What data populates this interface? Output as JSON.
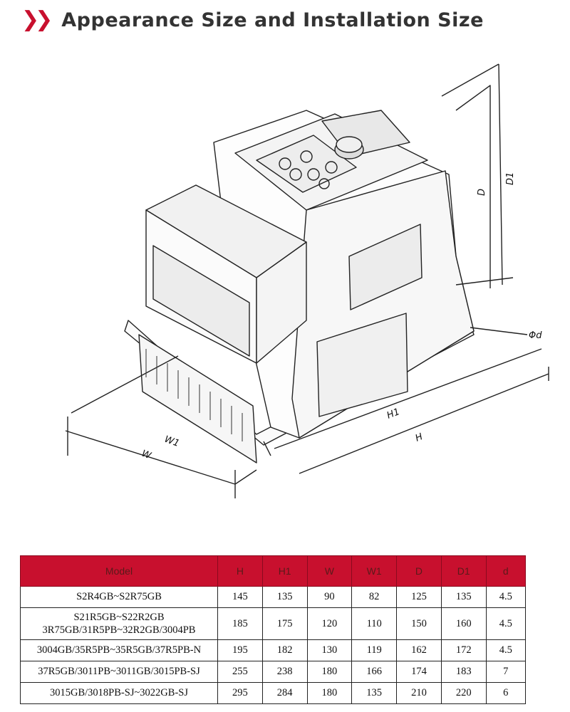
{
  "header": {
    "icon": "double-chevron-right-icon",
    "accent": "#c8102e",
    "title": "Appearance Size and Installation Size"
  },
  "drawing": {
    "labels": {
      "d1": "D1",
      "d": "D",
      "hole": "Φd",
      "h1": "H1",
      "h": "H",
      "w1": "W1",
      "w": "W"
    }
  },
  "table": {
    "header_color": "#c8102e",
    "columns": [
      "Model",
      "H",
      "H1",
      "W",
      "W1",
      "D",
      "D1",
      "d"
    ],
    "rows": [
      {
        "model": [
          "S2R4GB~S2R75GB"
        ],
        "values": [
          "145",
          "135",
          "90",
          "82",
          "125",
          "135",
          "4.5"
        ]
      },
      {
        "model": [
          "S21R5GB~S22R2GB",
          "3R75GB/31R5PB~32R2GB/3004PB"
        ],
        "values": [
          "185",
          "175",
          "120",
          "110",
          "150",
          "160",
          "4.5"
        ]
      },
      {
        "model": [
          "3004GB/35R5PB~35R5GB/37R5PB-N"
        ],
        "values": [
          "195",
          "182",
          "130",
          "119",
          "162",
          "172",
          "4.5"
        ]
      },
      {
        "model": [
          "37R5GB/3011PB~3011GB/3015PB-SJ"
        ],
        "values": [
          "255",
          "238",
          "180",
          "166",
          "174",
          "183",
          "7"
        ]
      },
      {
        "model": [
          "3015GB/3018PB-SJ~3022GB-SJ"
        ],
        "values": [
          "295",
          "284",
          "180",
          "135",
          "210",
          "220",
          "6"
        ]
      }
    ]
  }
}
